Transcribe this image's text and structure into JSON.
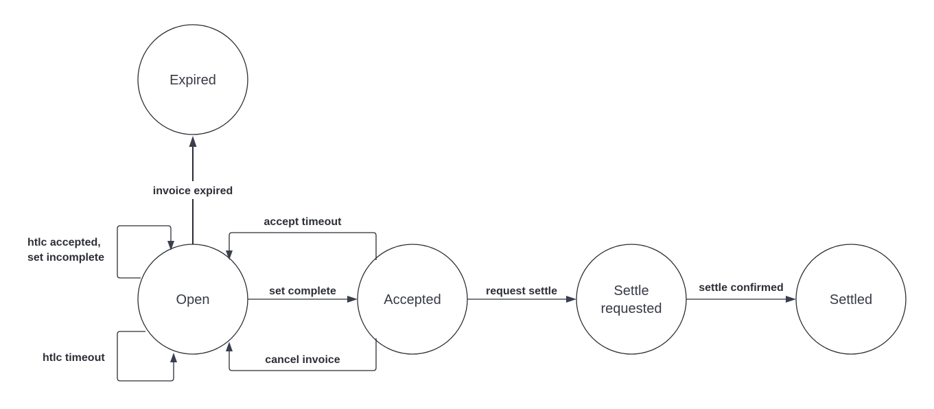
{
  "diagram": {
    "states": {
      "expired": "Expired",
      "open": "Open",
      "accepted": "Accepted",
      "settle_requested_line1": "Settle",
      "settle_requested_line2": "requested",
      "settled": "Settled"
    },
    "transitions": {
      "invoice_expired": "invoice expired",
      "htlc_accepted_line1": "htlc accepted,",
      "htlc_accepted_line2": "set incomplete",
      "htlc_timeout": "htlc timeout",
      "accept_timeout": "accept timeout",
      "set_complete": "set complete",
      "cancel_invoice": "cancel invoice",
      "request_settle": "request settle",
      "settle_confirmed": "settle confirmed"
    }
  }
}
